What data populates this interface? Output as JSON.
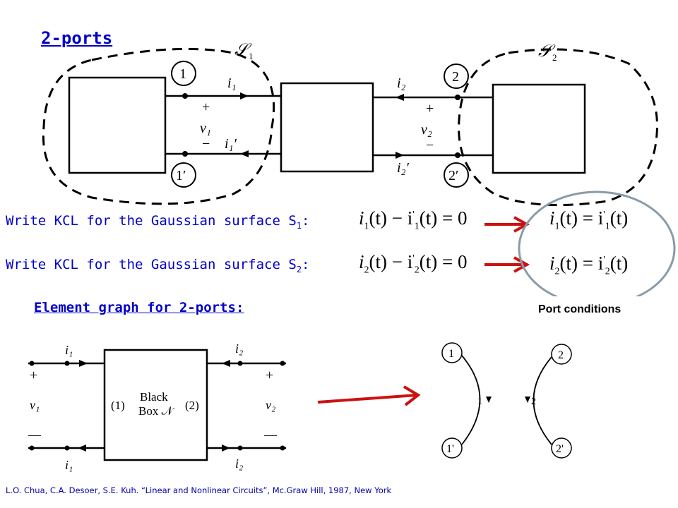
{
  "title": "2-ports",
  "top_diagram": {
    "surface_1": "𝒮",
    "surface_1_sub": "1",
    "surface_2": "𝒮",
    "surface_2_sub": "2",
    "node_1": "1",
    "node_1p": "1′",
    "node_2": "2",
    "node_2p": "2′",
    "current_i1": "i₁",
    "current_i1p": "i₁′",
    "current_i2": "i₂",
    "current_i2p": "i₂′",
    "voltage_v1": "v₁",
    "voltage_v2": "v₂",
    "plus": "+",
    "minus": "−"
  },
  "kcl": [
    {
      "text": "Write KCL for the Gaussian surface S",
      "sub": "1",
      "colon": ":",
      "eq_left": "i",
      "eq_sub": "1",
      "eq_rest": "(t) − i",
      "eq_prime": "'",
      "eq_sub2": "1",
      "eq_end": "(t) = 0",
      "result": "i",
      "result_sub": "1",
      "result_mid": "(t) = i",
      "result_prime": "'",
      "result_sub2": "1",
      "result_end": "(t)"
    },
    {
      "text": "Write KCL for the Gaussian surface S",
      "sub": "2",
      "colon": ":",
      "eq_left": "i",
      "eq_sub": "2",
      "eq_rest": "(t) − i",
      "eq_prime": "'",
      "eq_sub2": "2",
      "eq_end": "(t) = 0",
      "result": "i",
      "result_sub": "2",
      "result_mid": "(t) = i",
      "result_prime": "'",
      "result_sub2": "2",
      "result_end": "(t)"
    }
  ],
  "element_graph_title": "Element graph for 2-ports:",
  "port_conditions": "Port conditions",
  "black_box": {
    "line1": "Black",
    "line2": "Box 𝒩",
    "port1": "(1)",
    "port2": "(2)",
    "i1_top": "i₁",
    "i1_bot": "i₁",
    "i2_top": "i₂",
    "i2_bot": "i₂",
    "v1": "v₁",
    "v2": "v₂",
    "plus": "+",
    "minus": "—"
  },
  "graph": {
    "n1": "1",
    "n1p": "1'",
    "n2": "2",
    "n2p": "2'",
    "branch1": "1",
    "branch2": "2"
  },
  "citation": "L.O. Chua, C.A. Desoer, S.E. Kuh. “Linear and Nonlinear Circuits”,  Mc.Graw Hill, 1987, New York",
  "colors": {
    "accent_blue": "#0000cc",
    "arrow_red": "#cc1111",
    "circle_gray": "#8a9ba8"
  }
}
